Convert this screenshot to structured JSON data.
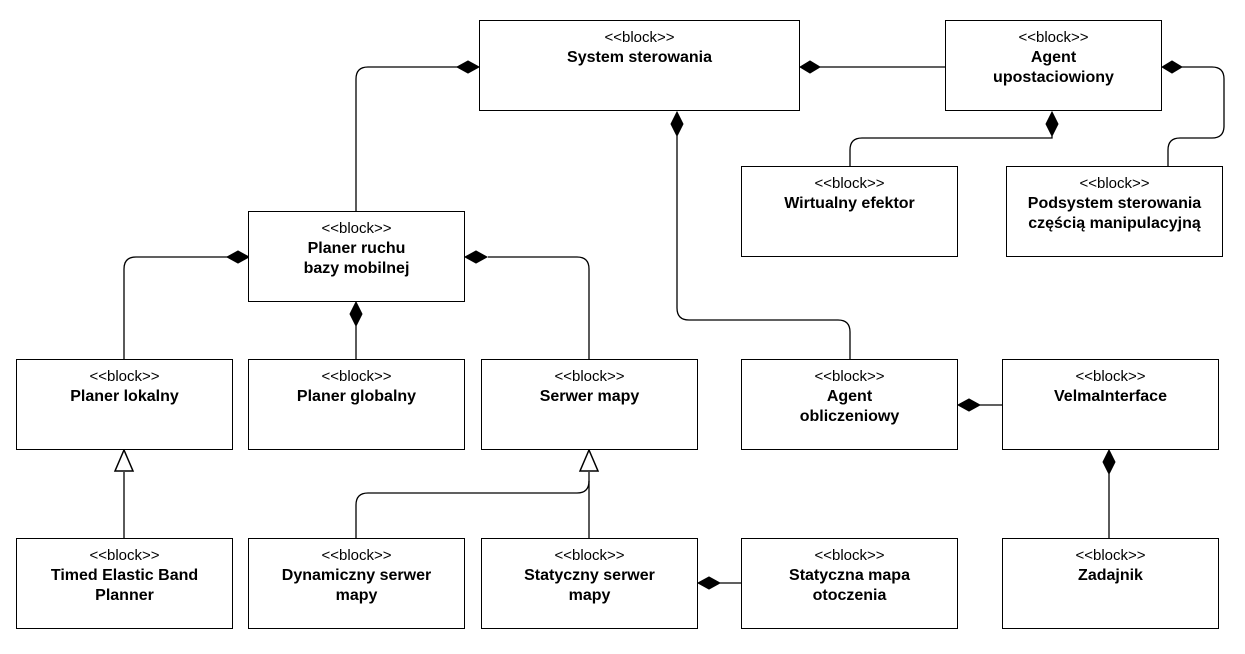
{
  "stereotype": "<<block>>",
  "blocks": {
    "system": "System sterowania",
    "agent_upost": "Agent\nupostaciowiony",
    "wirtualny": "Wirtualny efektor",
    "podsystem": "Podsystem sterowania\nczęścią manipulacyjną",
    "planer_ruchu": "Planer ruchu\nbazy mobilnej",
    "planer_lokalny": "Planer lokalny",
    "planer_globalny": "Planer globalny",
    "serwer_mapy": "Serwer mapy",
    "agent_oblicz": "Agent\nobliczeniowy",
    "velma": "VelmaInterface",
    "teb": "Timed Elastic Band\nPlanner",
    "dynamiczny": "Dynamiczny serwer\nmapy",
    "statyczny": "Statyczny serwer\nmapy",
    "statyczna_mapa": "Statyczna mapa\notoczenia",
    "zadajnik": "Zadajnik"
  }
}
